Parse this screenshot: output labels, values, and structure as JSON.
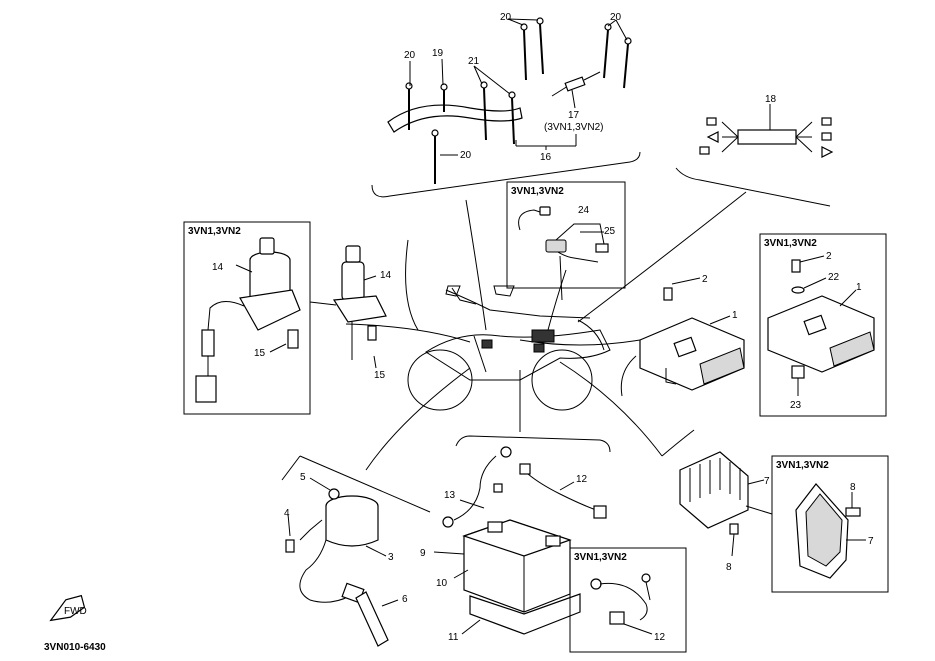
{
  "figure_code": "3VN010-6430",
  "fwd_label": "FWD",
  "box_variant_label": "3VN1,3VN2",
  "callouts": {
    "c1a": "1",
    "c1b": "1",
    "c2a": "2",
    "c2b": "2",
    "c3": "3",
    "c4": "4",
    "c5": "5",
    "c6": "6",
    "c7a": "7",
    "c7b": "7",
    "c8a": "8",
    "c8b": "8",
    "c9": "9",
    "c10": "10",
    "c11": "11",
    "c12a": "12",
    "c12b": "12",
    "c13": "13",
    "c14a": "14",
    "c14b": "14",
    "c15a": "15",
    "c15b": "15",
    "c16": "16",
    "c17": "17",
    "c17note": "(3VN1,3VN2)",
    "c18": "18",
    "c19": "19",
    "c20a": "20",
    "c20b": "20",
    "c20c": "20",
    "c20d": "20",
    "c21": "21",
    "c22": "22",
    "c23": "23",
    "c24": "24",
    "c25": "25"
  }
}
